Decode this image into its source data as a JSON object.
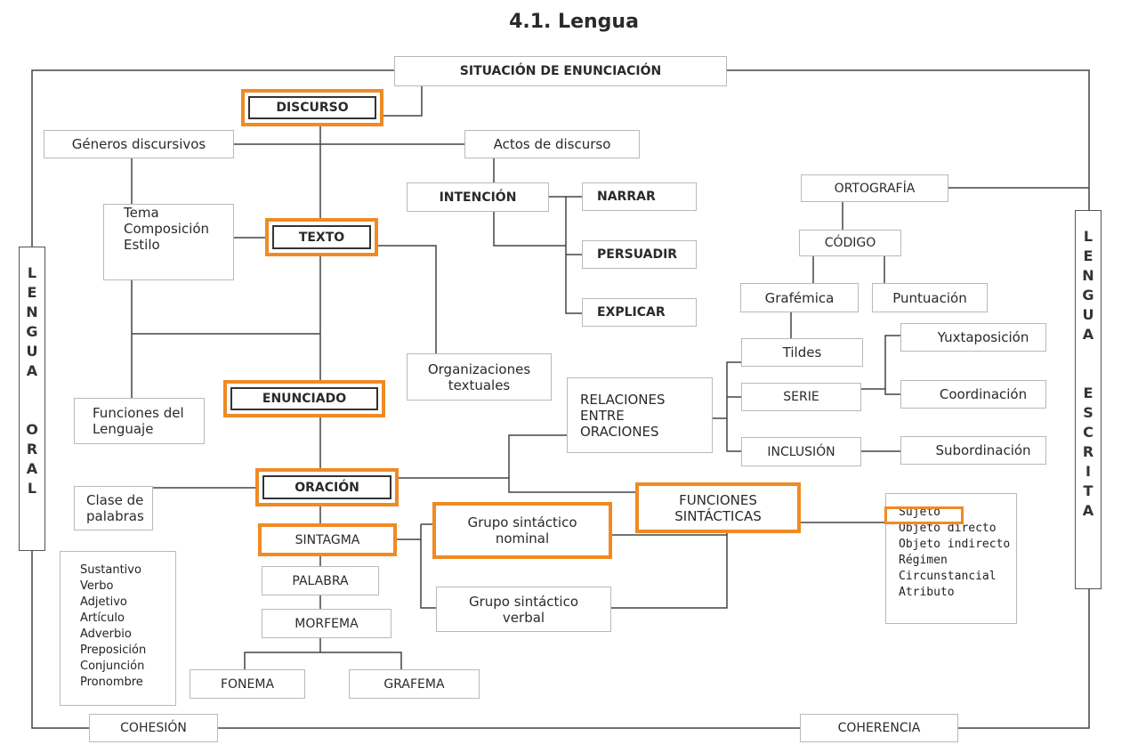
{
  "title": "4.1. Lengua",
  "frame": {
    "top": "SITUACIÓN DE ENUNCIACIÓN",
    "bottom_left": "COHESIÓN",
    "bottom_right": "COHERENCIA",
    "left_side": "LENGUA ORAL",
    "right_side": "LENGUA ESCRITA"
  },
  "nodes": {
    "discurso": "DISCURSO",
    "generos": "Géneros discursivos",
    "actos": "Actos de discurso",
    "intencion": "INTENCIÓN",
    "narrar": "NARRAR",
    "persuadir": "PERSUADIR",
    "explicar": "EXPLICAR",
    "tema": "Tema",
    "composicion": "Composición",
    "estilo": "Estilo",
    "texto": "TEXTO",
    "organizaciones": "Organizaciones textuales",
    "enunciado": "ENUNCIADO",
    "funciones_lenguaje": "Funciones del Lenguaje",
    "relaciones": "RELACIONES ENTRE ORACIONES",
    "oracion": "ORACIÓN",
    "clase": "Clase de palabras",
    "sintagma": "SINTAGMA",
    "gs_nominal": "Grupo sintáctico nominal",
    "gs_verbal": "Grupo sintáctico verbal",
    "funciones_sint": "FUNCIONES SINTÁCTICAS",
    "palabra": "PALABRA",
    "morfema": "MORFEMA",
    "fonema": "FONEMA",
    "grafema": "GRAFEMA",
    "ortografia": "ORTOGRAFÍA",
    "codigo": "CÓDIGO",
    "grafemica": "Grafémica",
    "puntuacion": "Puntuación",
    "tildes": "Tildes",
    "serie": "SERIE",
    "inclusion": "INCLUSIÓN",
    "yuxtaposicion": "Yuxtaposición",
    "coordinacion": "Coordinación",
    "subordinacion": "Subordinación"
  },
  "word_classes": [
    "Sustantivo",
    "Verbo",
    "Adjetivo",
    "Artículo",
    "Adverbio",
    "Preposición",
    "Conjunción",
    "Pronombre"
  ],
  "sint_functions": [
    "Sujeto",
    "Objeto directo",
    "Objeto indirecto",
    "Régimen",
    "Circunstancial",
    "Atributo"
  ]
}
